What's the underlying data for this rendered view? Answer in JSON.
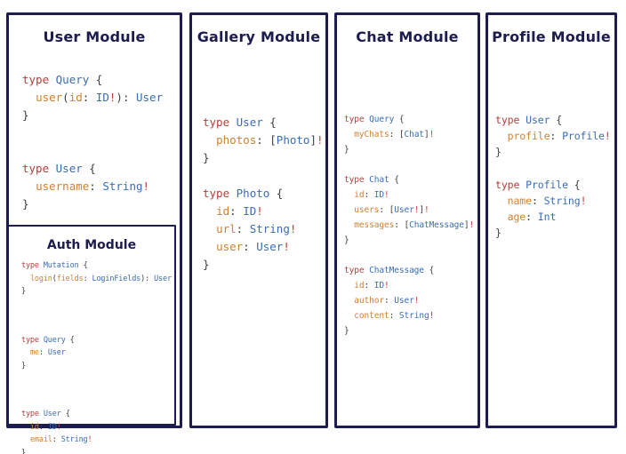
{
  "palette": {
    "navy": "#1c1c4e",
    "keyword": "#b0413d",
    "type": "#3a6cb4",
    "field": "#d0802f",
    "punct": "#3d3d3d",
    "bang": "#c24038",
    "bg": "#ffffff"
  },
  "modules": [
    {
      "id": "user",
      "title": "User Module",
      "blocks": [
        [
          [
            [
              "k",
              "type "
            ],
            [
              "t",
              "Query "
            ],
            [
              "p",
              "{"
            ]
          ],
          [
            [
              "p",
              "  "
            ],
            [
              "f",
              "user"
            ],
            [
              "p",
              "("
            ],
            [
              "f",
              "id"
            ],
            [
              "p",
              ": "
            ],
            [
              "t",
              "ID"
            ],
            [
              "b",
              "!"
            ],
            [
              "p",
              "): "
            ],
            [
              "t",
              "User"
            ]
          ],
          [
            [
              "p",
              "}"
            ]
          ]
        ],
        [
          [
            [
              "k",
              "type "
            ],
            [
              "t",
              "User "
            ],
            [
              "p",
              "{"
            ]
          ],
          [
            [
              "p",
              "  "
            ],
            [
              "f",
              "username"
            ],
            [
              "p",
              ": "
            ],
            [
              "t",
              "String"
            ],
            [
              "b",
              "!"
            ]
          ],
          [
            [
              "p",
              "}"
            ]
          ]
        ]
      ]
    },
    {
      "id": "auth",
      "title": "Auth Module",
      "blocks": [
        [
          [
            [
              "k",
              "type "
            ],
            [
              "t",
              "Mutation "
            ],
            [
              "p",
              "{"
            ]
          ],
          [
            [
              "p",
              "  "
            ],
            [
              "f",
              "login"
            ],
            [
              "p",
              "("
            ],
            [
              "f",
              "fields"
            ],
            [
              "p",
              ": "
            ],
            [
              "t",
              "LoginFields"
            ],
            [
              "p",
              "): "
            ],
            [
              "t",
              "User"
            ]
          ],
          [
            [
              "p",
              "}"
            ]
          ]
        ],
        [
          [
            [
              "k",
              "type "
            ],
            [
              "t",
              "Query "
            ],
            [
              "p",
              "{"
            ]
          ],
          [
            [
              "p",
              "  "
            ],
            [
              "f",
              "me"
            ],
            [
              "p",
              ": "
            ],
            [
              "t",
              "User"
            ]
          ],
          [
            [
              "p",
              "}"
            ]
          ]
        ],
        [
          [
            [
              "k",
              "type "
            ],
            [
              "t",
              "User "
            ],
            [
              "p",
              "{"
            ]
          ],
          [
            [
              "p",
              "  "
            ],
            [
              "f",
              "id"
            ],
            [
              "p",
              ": "
            ],
            [
              "t",
              "ID"
            ],
            [
              "b",
              "!"
            ]
          ],
          [
            [
              "p",
              "  "
            ],
            [
              "f",
              "email"
            ],
            [
              "p",
              ": "
            ],
            [
              "t",
              "String"
            ],
            [
              "b",
              "!"
            ]
          ],
          [
            [
              "p",
              "}"
            ]
          ]
        ]
      ]
    },
    {
      "id": "gallery",
      "title": "Gallery Module",
      "blocks": [
        [
          [
            [
              "k",
              "type "
            ],
            [
              "t",
              "User "
            ],
            [
              "p",
              "{"
            ]
          ],
          [
            [
              "p",
              "  "
            ],
            [
              "f",
              "photos"
            ],
            [
              "p",
              ": ["
            ],
            [
              "t",
              "Photo"
            ],
            [
              "p",
              "]"
            ],
            [
              "b",
              "!"
            ]
          ],
          [
            [
              "p",
              "}"
            ]
          ]
        ],
        [
          [
            [
              "k",
              "type "
            ],
            [
              "t",
              "Photo "
            ],
            [
              "p",
              "{"
            ]
          ],
          [
            [
              "p",
              "  "
            ],
            [
              "f",
              "id"
            ],
            [
              "p",
              ": "
            ],
            [
              "t",
              "ID"
            ],
            [
              "b",
              "!"
            ]
          ],
          [
            [
              "p",
              "  "
            ],
            [
              "f",
              "url"
            ],
            [
              "p",
              ": "
            ],
            [
              "t",
              "String"
            ],
            [
              "b",
              "!"
            ]
          ],
          [
            [
              "p",
              "  "
            ],
            [
              "f",
              "user"
            ],
            [
              "p",
              ": "
            ],
            [
              "t",
              "User"
            ],
            [
              "b",
              "!"
            ]
          ],
          [
            [
              "p",
              "}"
            ]
          ]
        ]
      ]
    },
    {
      "id": "chat",
      "title": "Chat Module",
      "blocks": [
        [
          [
            [
              "k",
              "type "
            ],
            [
              "t",
              "Query "
            ],
            [
              "p",
              "{"
            ]
          ],
          [
            [
              "p",
              "  "
            ],
            [
              "f",
              "myChats"
            ],
            [
              "p",
              ": ["
            ],
            [
              "t",
              "Chat"
            ],
            [
              "p",
              "]"
            ],
            [
              "b",
              "!"
            ]
          ],
          [
            [
              "p",
              "}"
            ]
          ]
        ],
        [
          [
            [
              "k",
              "type "
            ],
            [
              "t",
              "Chat "
            ],
            [
              "p",
              "{"
            ]
          ],
          [
            [
              "p",
              "  "
            ],
            [
              "f",
              "id"
            ],
            [
              "p",
              ": "
            ],
            [
              "t",
              "ID"
            ],
            [
              "b",
              "!"
            ]
          ],
          [
            [
              "p",
              "  "
            ],
            [
              "f",
              "users"
            ],
            [
              "p",
              ": ["
            ],
            [
              "t",
              "User"
            ],
            [
              "b",
              "!"
            ],
            [
              "p",
              "]"
            ],
            [
              "b",
              "!"
            ]
          ],
          [
            [
              "p",
              "  "
            ],
            [
              "f",
              "messages"
            ],
            [
              "p",
              ": ["
            ],
            [
              "t",
              "ChatMessage"
            ],
            [
              "p",
              "]"
            ],
            [
              "b",
              "!"
            ]
          ],
          [
            [
              "p",
              "}"
            ]
          ]
        ],
        [
          [
            [
              "k",
              "type "
            ],
            [
              "t",
              "ChatMessage "
            ],
            [
              "p",
              "{"
            ]
          ],
          [
            [
              "p",
              "  "
            ],
            [
              "f",
              "id"
            ],
            [
              "p",
              ": "
            ],
            [
              "t",
              "ID"
            ],
            [
              "b",
              "!"
            ]
          ],
          [
            [
              "p",
              "  "
            ],
            [
              "f",
              "author"
            ],
            [
              "p",
              ": "
            ],
            [
              "t",
              "User"
            ],
            [
              "b",
              "!"
            ]
          ],
          [
            [
              "p",
              "  "
            ],
            [
              "f",
              "content"
            ],
            [
              "p",
              ": "
            ],
            [
              "t",
              "String"
            ],
            [
              "b",
              "!"
            ]
          ],
          [
            [
              "p",
              "}"
            ]
          ]
        ]
      ]
    },
    {
      "id": "profile",
      "title": "Profile Module",
      "blocks": [
        [
          [
            [
              "k",
              "type "
            ],
            [
              "t",
              "User "
            ],
            [
              "p",
              "{"
            ]
          ],
          [
            [
              "p",
              "  "
            ],
            [
              "f",
              "profile"
            ],
            [
              "p",
              ": "
            ],
            [
              "t",
              "Profile"
            ],
            [
              "b",
              "!"
            ]
          ],
          [
            [
              "p",
              "}"
            ]
          ]
        ],
        [
          [
            [
              "k",
              "type "
            ],
            [
              "t",
              "Profile "
            ],
            [
              "p",
              "{"
            ]
          ],
          [
            [
              "p",
              "  "
            ],
            [
              "f",
              "name"
            ],
            [
              "p",
              ": "
            ],
            [
              "t",
              "String"
            ],
            [
              "b",
              "!"
            ]
          ],
          [
            [
              "p",
              "  "
            ],
            [
              "f",
              "age"
            ],
            [
              "p",
              ": "
            ],
            [
              "t",
              "Int"
            ]
          ],
          [
            [
              "p",
              "}"
            ]
          ]
        ]
      ]
    }
  ]
}
